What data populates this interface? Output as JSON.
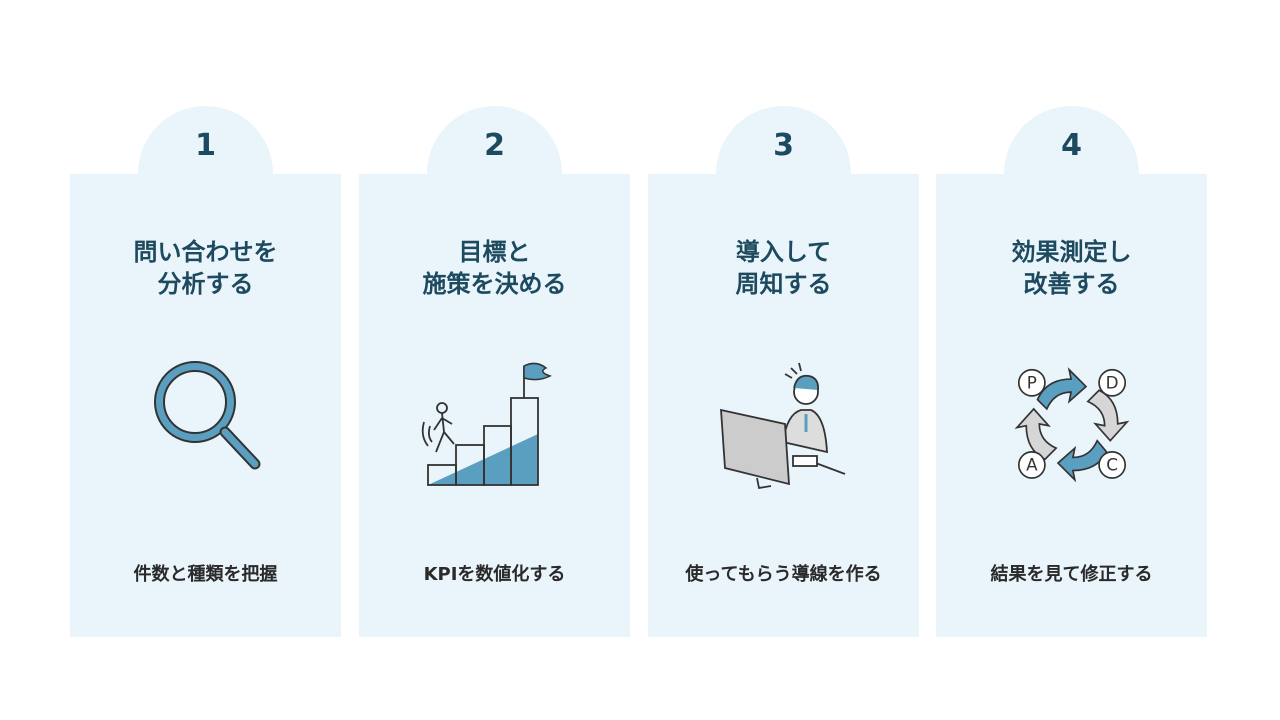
{
  "steps": [
    {
      "number": "1",
      "title_line1": "問い合わせを",
      "title_line2": "分析する",
      "icon": "magnifier-icon",
      "caption": "件数と種類を把握"
    },
    {
      "number": "2",
      "title_line1": "目標と",
      "title_line2": "施策を決める",
      "icon": "stairs-flag-icon",
      "caption": "KPIを数値化する"
    },
    {
      "number": "3",
      "title_line1": "導入して",
      "title_line2": "周知する",
      "icon": "operator-computer-icon",
      "caption": "使ってもらう導線を作る"
    },
    {
      "number": "4",
      "title_line1": "効果測定し",
      "title_line2": "改善する",
      "icon": "pdca-cycle-icon",
      "caption": "結果を見て修正する"
    }
  ],
  "pdca": {
    "p": "P",
    "d": "D",
    "c": "C",
    "a": "A"
  },
  "colors": {
    "card": "#eaf4fb",
    "accent": "#5a9fbf",
    "text": "#1d4a5f"
  }
}
